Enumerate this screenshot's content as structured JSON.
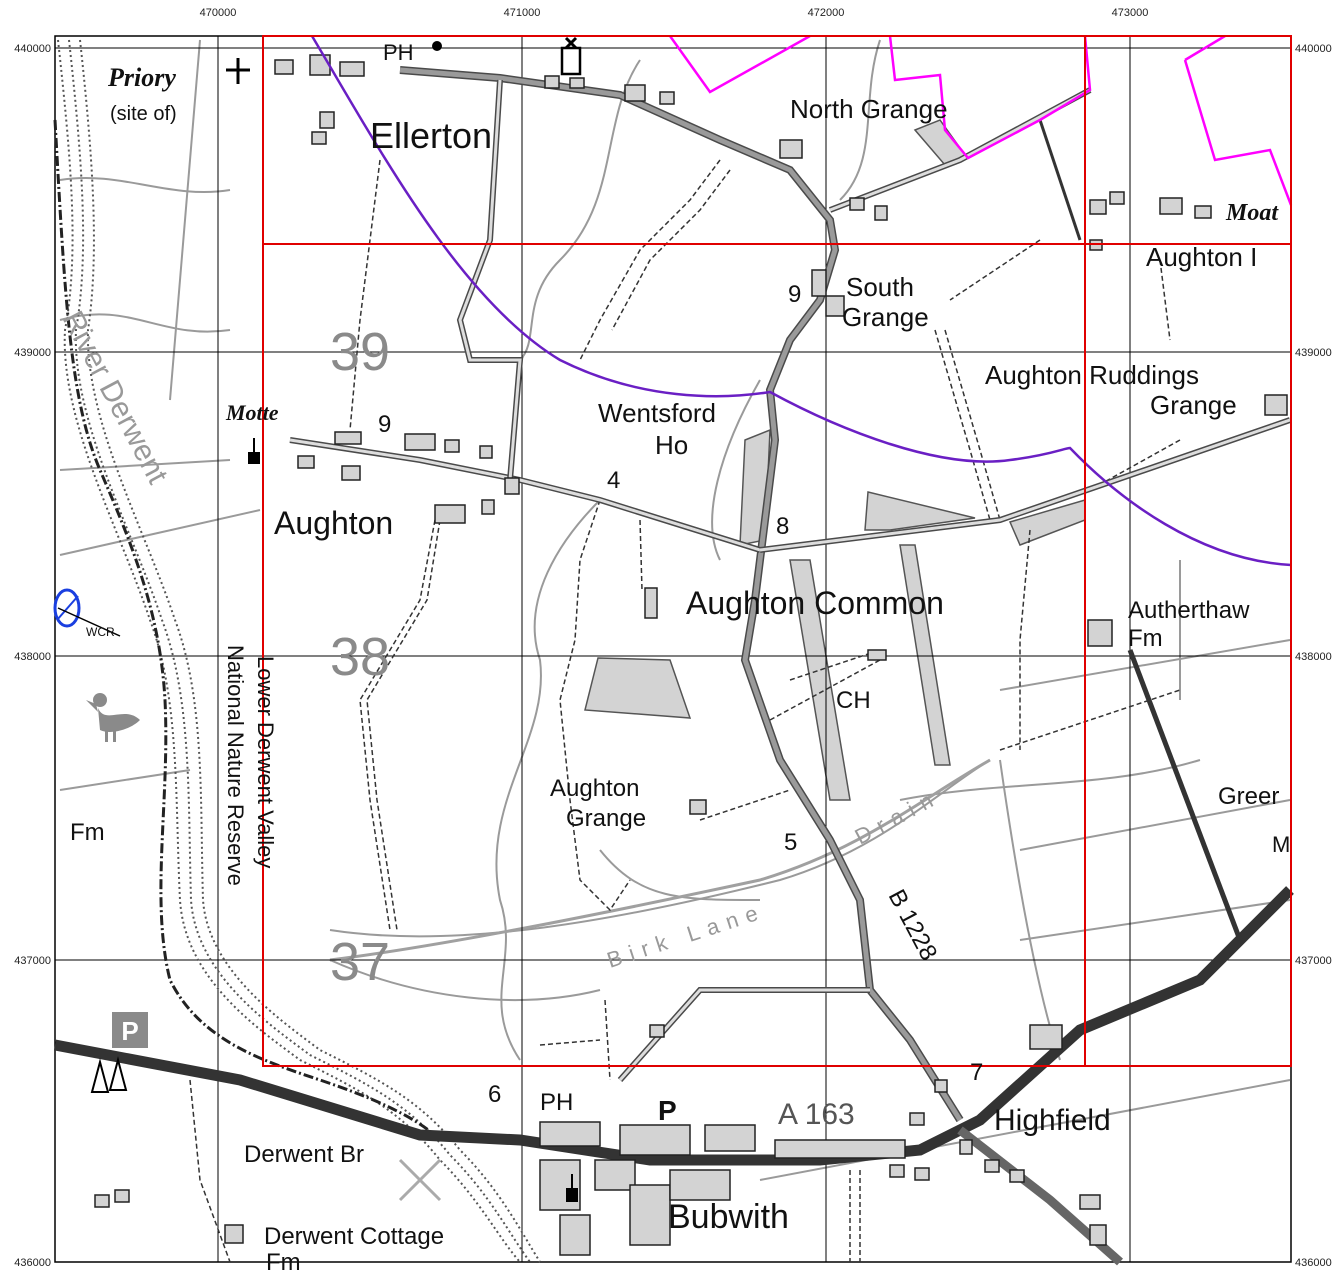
{
  "map": {
    "grid_eastings": [
      "470000",
      "471000",
      "472000",
      "473000"
    ],
    "grid_northings": [
      "440000",
      "439000",
      "438000",
      "437000",
      "436000"
    ],
    "grid_square_numbers": [
      "39",
      "38",
      "37"
    ],
    "colors": {
      "tile_border": "#e00000",
      "boundary_purple": "#6a1fc4",
      "boundary_magenta": "#ff00ff",
      "road_grey": "#8c8c8c",
      "road_dark": "#4a4a4a",
      "woodland": "#d3d3d3",
      "water_marker": "#1a3fe0"
    },
    "labels": {
      "priory": "Priory",
      "site_of": "(site of)",
      "ph_top": "PH",
      "ellerton": "Ellerton",
      "north_grange": "North Grange",
      "moat": "Moat",
      "aughton_top": "Aughton I",
      "south": "South",
      "grange": "Grange",
      "spot_9a": "9",
      "aughton_ruddings": "Aughton Ruddings",
      "ruddings_grange": "Grange",
      "motte": "Motte",
      "spot_9b": "9",
      "wentsford": "Wentsford",
      "ho": "Ho",
      "spot_4": "4",
      "aughton": "Aughton",
      "spot_8": "8",
      "river_derwent": "River Derwent",
      "aughton_common": "Aughton Common",
      "autherthaw": "Autherthaw",
      "fm_autherthaw": "Fm",
      "wcr": "WCR",
      "ch": "CH",
      "lower_derwent": "Lower Derwent Valley",
      "national_nature": "National Nature Reserve",
      "aughton_grange_1": "Aughton",
      "aughton_grange_2": "Grange",
      "spot_5": "5",
      "drain": "Drain",
      "birk_lane": "Birk Lane",
      "greer": "Greer",
      "m_right": "M",
      "fm_left": "Fm",
      "b1228": "B 1228",
      "p_parking": "P",
      "spot_6": "6",
      "ph_bottom": "PH",
      "p_bottom": "P",
      "a163": "A 163",
      "spot_7": "7",
      "highfield": "Highfield",
      "derwent_br": "Derwent Br",
      "bubwith": "Bubwith",
      "derwent_cottage": "Derwent Cottage",
      "fm_cottage": "Fm"
    }
  }
}
